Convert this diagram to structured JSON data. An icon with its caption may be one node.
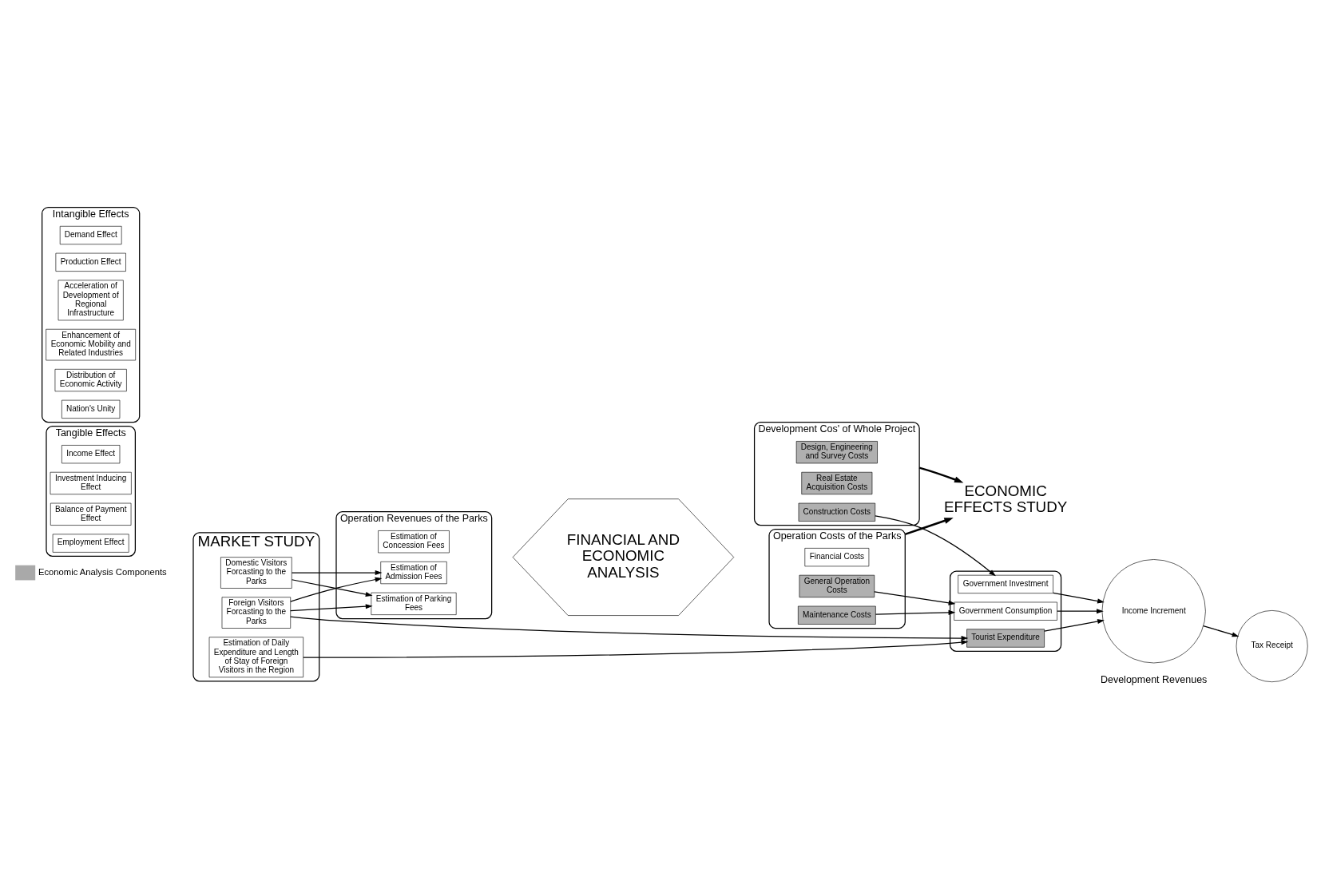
{
  "diagram": {
    "nodes": [
      {
        "text": [
          "MARKET STUDY"
        ]
      },
      {
        "text": [
          "Domestic Visitors Forcasting to the Parks"
        ],
        "in": 0
      },
      {
        "text": [
          "Foreign Visitors Forcasting to the Parks"
        ],
        "in": 0
      },
      {
        "text": [
          "Estimation of Daily Expenditure and Length of Stay of Foreign Visitors in the Region"
        ],
        "in": 0
      },
      {
        "text": [
          "Operation Revenues of the Parks"
        ]
      },
      {
        "text": [
          "Estimation of Concession Fees"
        ],
        "in": 4
      },
      {
        "text": [
          "Estimation of Admission Fees"
        ],
        "in": 4
      },
      {
        "text": [
          "Estimation of Parking Fees"
        ],
        "in": 4
      },
      {
        "text": [
          "Operation Costs of the Parks"
        ]
      },
      {
        "text": [
          "Financial Costs"
        ],
        "in": 8
      },
      {
        "text": [
          "General Operation Costs"
        ],
        "in": 8
      },
      {
        "text": [
          "Maintenance Costs"
        ],
        "in": 8
      },
      {
        "text": [
          "FINANCIAL AND ECONOMIC ANALYSIS"
        ]
      },
      {
        "text": [],
        "shape": "ellipse"
      },
      {
        "text": [
          "Tourist Expenditure"
        ],
        "in": 13
      },
      {
        "text": [
          "Government Consumption"
        ],
        "in": 13
      },
      {
        "text": [
          "Government Investment"
        ],
        "in": 13
      },
      {
        "text": [
          "Income Increment"
        ]
      },
      {
        "text": [
          "Tax Receipt"
        ]
      },
      {
        "text": [
          "Development Cos' of Whole Project"
        ]
      },
      {
        "text": [
          "Design, Engineering and Survey Costs"
        ],
        "in": 19
      },
      {
        "text": [
          "Real Estate Acquisition Costs"
        ],
        "in": 19
      },
      {
        "text": [
          "Construction Costs"
        ],
        "in": 19
      },
      {
        "text": [
          "Tangible Effects"
        ]
      },
      {
        "text": [
          "Income Effect"
        ],
        "in": 23
      },
      {
        "text": [
          "Investment Inducing Effect"
        ],
        "in": 23
      },
      {
        "text": [
          "Balance of Payment Effect"
        ],
        "in": 23
      },
      {
        "text": [
          "Employment Effect"
        ],
        "in": 23
      },
      {
        "text": [
          "ECONOMIC EFFECTS STUDY"
        ]
      },
      {
        "text": [
          "Intangible Effects"
        ]
      },
      {
        "text": [
          "Demand Effect"
        ],
        "in": 29
      },
      {
        "text": [
          "Production Effect"
        ],
        "in": 29
      },
      {
        "text": [
          "Acceleration of Development of Regional Infrastructure"
        ],
        "in": 29
      },
      {
        "text": [
          "Enhancement of Economic Mobility and Related Industries"
        ],
        "in": 29
      },
      {
        "text": [
          "Distribution of Economic Activity"
        ],
        "in": 29
      },
      {
        "text": [
          "Nation's Unity"
        ],
        "in": 29
      }
    ],
    "edges": [
      {
        "from": 1,
        "to": 6,
        "arrow": "to"
      },
      {
        "from": 1,
        "to": 7,
        "arrow": "to"
      },
      {
        "from": 2,
        "to": 6,
        "arrow": "to"
      },
      {
        "from": 2,
        "to": 7,
        "arrow": "to"
      },
      {
        "from": 2,
        "to": 14,
        "arrow": "to"
      },
      {
        "from": 3,
        "to": 14,
        "arrow": "to"
      },
      {
        "from": 10,
        "to": 15,
        "arrow": "to"
      },
      {
        "from": 11,
        "to": 15,
        "arrow": "to"
      },
      {
        "from": 22,
        "to": 16,
        "arrow": "to"
      },
      {
        "from": 14,
        "to": 17,
        "arrow": "to"
      },
      {
        "from": 15,
        "to": 17,
        "arrow": "to"
      },
      {
        "from": 16,
        "to": 17,
        "arrow": "to"
      },
      {
        "from": 17,
        "to": 18,
        "arrow": "to"
      },
      {
        "from": 8,
        "to": 28,
        "arrow": "to"
      },
      {
        "from": 19,
        "to": 28,
        "arrow": "to"
      }
    ],
    "labels": [
      "Development Revenues"
    ],
    "legend": [
      {
        "text": "Economic Analysis Components",
        "color": "#a9a9a9"
      }
    ]
  }
}
